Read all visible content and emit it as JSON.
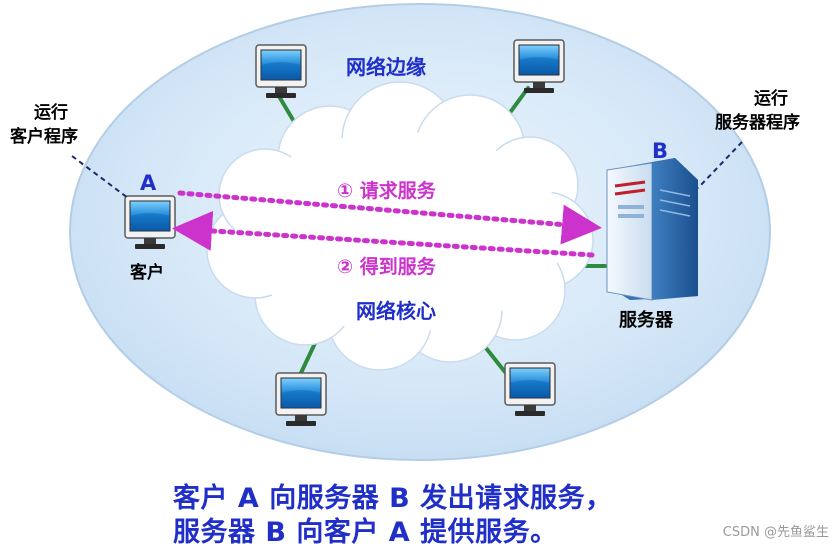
{
  "labels": {
    "edge": "网络边缘",
    "core": "网络核心",
    "request": "① 请求服务",
    "response": "② 得到服务",
    "client_letter": "A",
    "client_name": "客户",
    "client_note_line1": "运行",
    "client_note_line2": "客户程序",
    "server_letter": "B",
    "server_name": "服务器",
    "server_note_line1": "运行",
    "server_note_line2": "服务器程序"
  },
  "caption": {
    "line1": "客户 A 向服务器 B 发出请求服务，",
    "line2": "服务器 B 向客户 A 提供服务。"
  },
  "watermark": "CSDN @先鱼鲨生",
  "colors": {
    "edge_fill": "#cfe2f6",
    "core_fill": "#ffffff",
    "link": "#2e8b3d",
    "arrow": "#cc33cc",
    "text_blue": "#1f2fc8",
    "leader": "#1a2a6c"
  }
}
